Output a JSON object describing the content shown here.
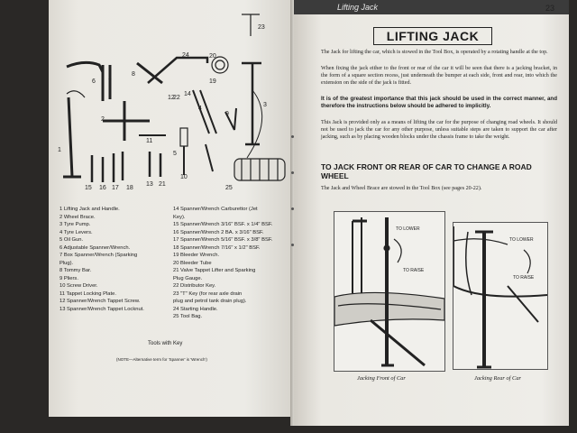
{
  "header": {
    "label": "Lifting Jack",
    "page_number": "23"
  },
  "right_page": {
    "title": "LIFTING JACK",
    "paragraphs": [
      "The Jack for lifting the car, which is stowed in the Tool Box, is operated by a rotating handle at the top.",
      "When fixing the jack either to the front or rear of the car it will be seen that there is a jacking bracket, in the form of a square section recess, just underneath the bumper at each side, front and rear, into which the extension on the side of the jack is fitted."
    ],
    "warning": "It is of the greatest importance that this jack should be used in the correct manner, and therefore the instructions below should be adhered to implicitly.",
    "paragraph_3": "This Jack is provided only as a means of lifting the car for the purpose of changing road wheels. It should not be used to jack the car for any other purpose, unless suitable steps are taken to support the car after jacking, such as by placing wooden blocks under the chassis frame to take the weight.",
    "subheading": "TO JACK FRONT OR REAR OF CAR TO CHANGE A ROAD WHEEL",
    "subpara": "The Jack and Wheel Brace are stowed in the Tool Box (see pages 20-22).",
    "figures": [
      {
        "caption": "Jacking Front of Car",
        "lower": "TO LOWER",
        "raise": "TO RAISE"
      },
      {
        "caption": "Jacking Rear of Car",
        "lower": "TO LOWER",
        "raise": "TO RAISE"
      }
    ]
  },
  "left_page": {
    "tool_numbers": [
      "1",
      "2",
      "3",
      "4",
      "5",
      "6",
      "7",
      "8",
      "9",
      "10",
      "11",
      "12",
      "13",
      "14",
      "15",
      "16",
      "17",
      "18",
      "19",
      "20",
      "21",
      "22",
      "23",
      "24",
      "25"
    ],
    "list_left": [
      "1  Lifting Jack and Handle.",
      "2  Wheel Brace.",
      "3  Tyre Pump.",
      "4  Tyre Levers.",
      "5  Oil Gun.",
      "6  Adjustable Spanner/Wrench.",
      "7  Box Spanner/Wrench (Sparking",
      "    Plug).",
      "8  Tommy Bar.",
      "9  Pliers.",
      "10  Screw Driver.",
      "11  Tappet Locking Plate.",
      "12  Spanner/Wrench Tappet Screw.",
      "13  Spanner/Wrench Tappet Locknut."
    ],
    "list_right": [
      "14  Spanner/Wrench Carburettor (Jet",
      "      Key).",
      "15  Spanner/Wrench 3/16\" BSF. x 1/4\" BSF.",
      "16  Spanner/Wrench 2 BA. x 3/16\" BSF.",
      "17  Spanner/Wrench 5/16\" BSF. x 3/8\" BSF.",
      "18  Spanner/Wrench 7/16\" x 1/2\" BSF.",
      "19  Bleeder Wrench.",
      "20  Bleeder Tube",
      "21  Valve Tappet Lifter and Sparking",
      "      Plug Gauge.",
      "22  Distributor Key.",
      "23  \"T\" Key (for rear axle drain",
      "      plug and petrol tank drain plug).",
      "24  Starting Handle.",
      "25  Tool Bag."
    ],
    "tools_caption": "Tools with Key",
    "note": "(NOTE—Alternative term for 'Spanner' is 'Wrench')"
  }
}
